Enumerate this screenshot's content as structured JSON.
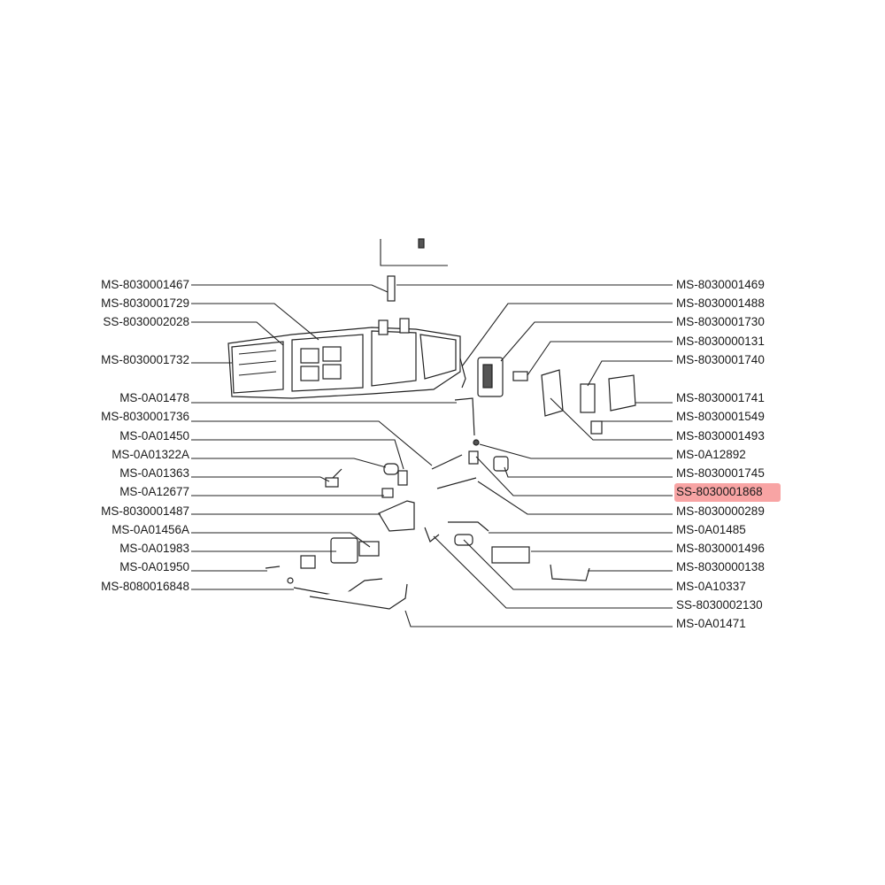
{
  "left_labels": [
    "MS-8030001467",
    "MS-8030001729",
    "SS-8030002028",
    "MS-8030001732",
    "MS-0A01478",
    "MS-8030001736",
    "MS-0A01450",
    "MS-0A01322A",
    "MS-0A01363",
    "MS-0A12677",
    "MS-8030001487",
    "MS-0A01456A",
    "MS-0A01983",
    "MS-0A01950",
    "MS-8080016848"
  ],
  "right_labels": [
    "MS-8030001469",
    "MS-8030001488",
    "MS-8030001730",
    "MS-8030000131",
    "MS-8030001740",
    "MS-8030001741",
    "MS-8030001549",
    "MS-8030001493",
    "MS-0A12892",
    "MS-8030001745",
    "SS-8030001868",
    "MS-8030000289",
    "MS-0A01485",
    "MS-8030001496",
    "MS-8030000138",
    "MS-0A10337",
    "SS-8030002130",
    "MS-0A01471"
  ],
  "highlighted_label": "SS-8030001868",
  "colors": {
    "highlight": "#f8a4a4",
    "line": "#222222"
  }
}
